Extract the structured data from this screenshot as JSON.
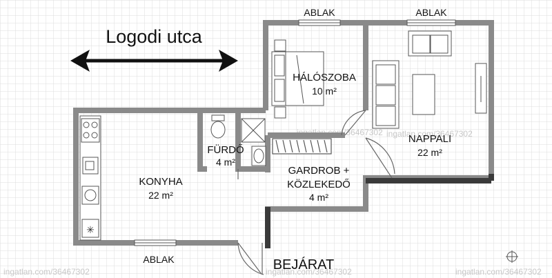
{
  "street": {
    "name": "Logodi utca"
  },
  "rooms": {
    "bedroom": {
      "name": "HÁLÓSZOBA",
      "area": "10 m²"
    },
    "living": {
      "name": "NAPPALI",
      "area": "22 m²"
    },
    "bathroom": {
      "name": "FÜRDŐ",
      "area": "4 m²"
    },
    "kitchen": {
      "name": "KONYHA",
      "area": "22 m²"
    },
    "hall": {
      "name_line1": "GARDROB +",
      "name_line2": "KÖZLEKEDŐ",
      "area": "4 m²"
    }
  },
  "windows": {
    "top_left": "ABLAK",
    "top_right": "ABLAK",
    "bottom": "ABLAK"
  },
  "entrance": "BEJÁRAT",
  "watermark": "ingatlan.com/36467302"
}
